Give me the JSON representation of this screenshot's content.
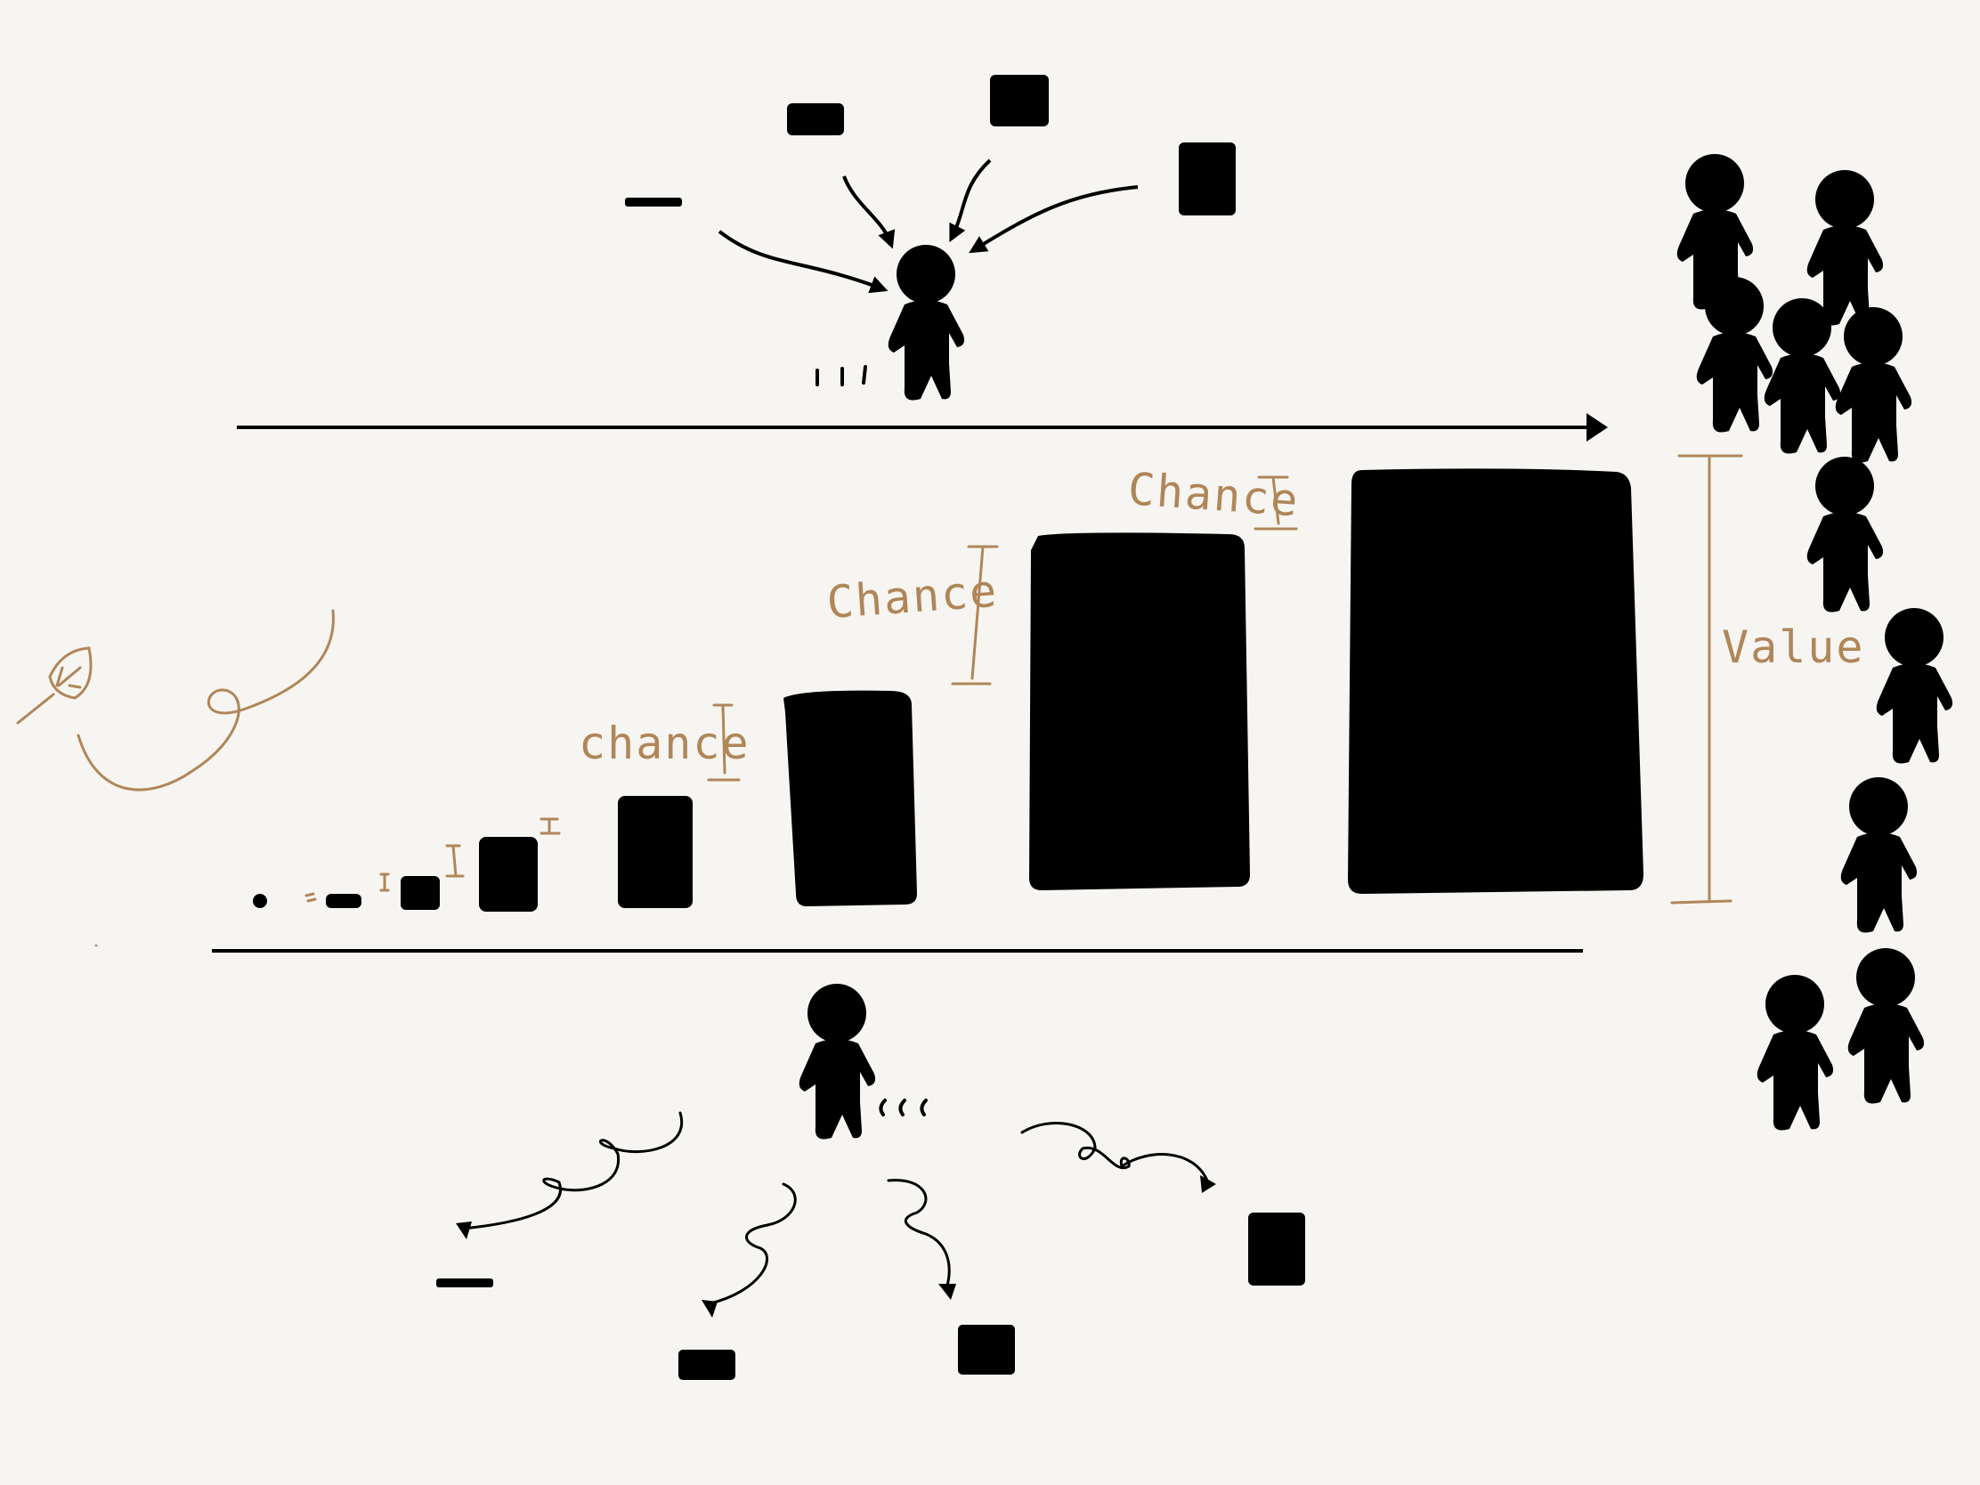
{
  "labels": {
    "chance_1": "chance",
    "chance_2": "Chance",
    "chance_3": "Chance",
    "value": "Value"
  },
  "colors": {
    "ink": "#000000",
    "accent": "#b08658",
    "background": "#f6f5f1"
  },
  "icons": {
    "person": "person-icon",
    "block": "block-icon",
    "leaf": "leaf-icon"
  }
}
